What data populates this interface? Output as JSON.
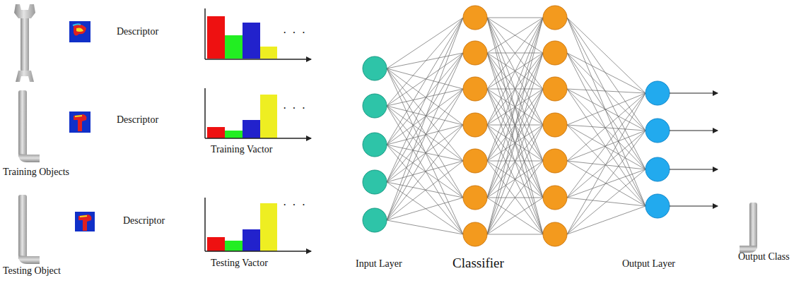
{
  "diagram": {
    "labels": [
      "Descriptor",
      "· · ·",
      "Descriptor",
      "· · ·",
      "Training Vactor",
      "Training Objects",
      "Descriptor",
      "· · ·",
      "Testing Object",
      "Testing Vactor",
      "Input Layer",
      "Classifier",
      "Output Layer",
      "Output Class"
    ]
  }
}
